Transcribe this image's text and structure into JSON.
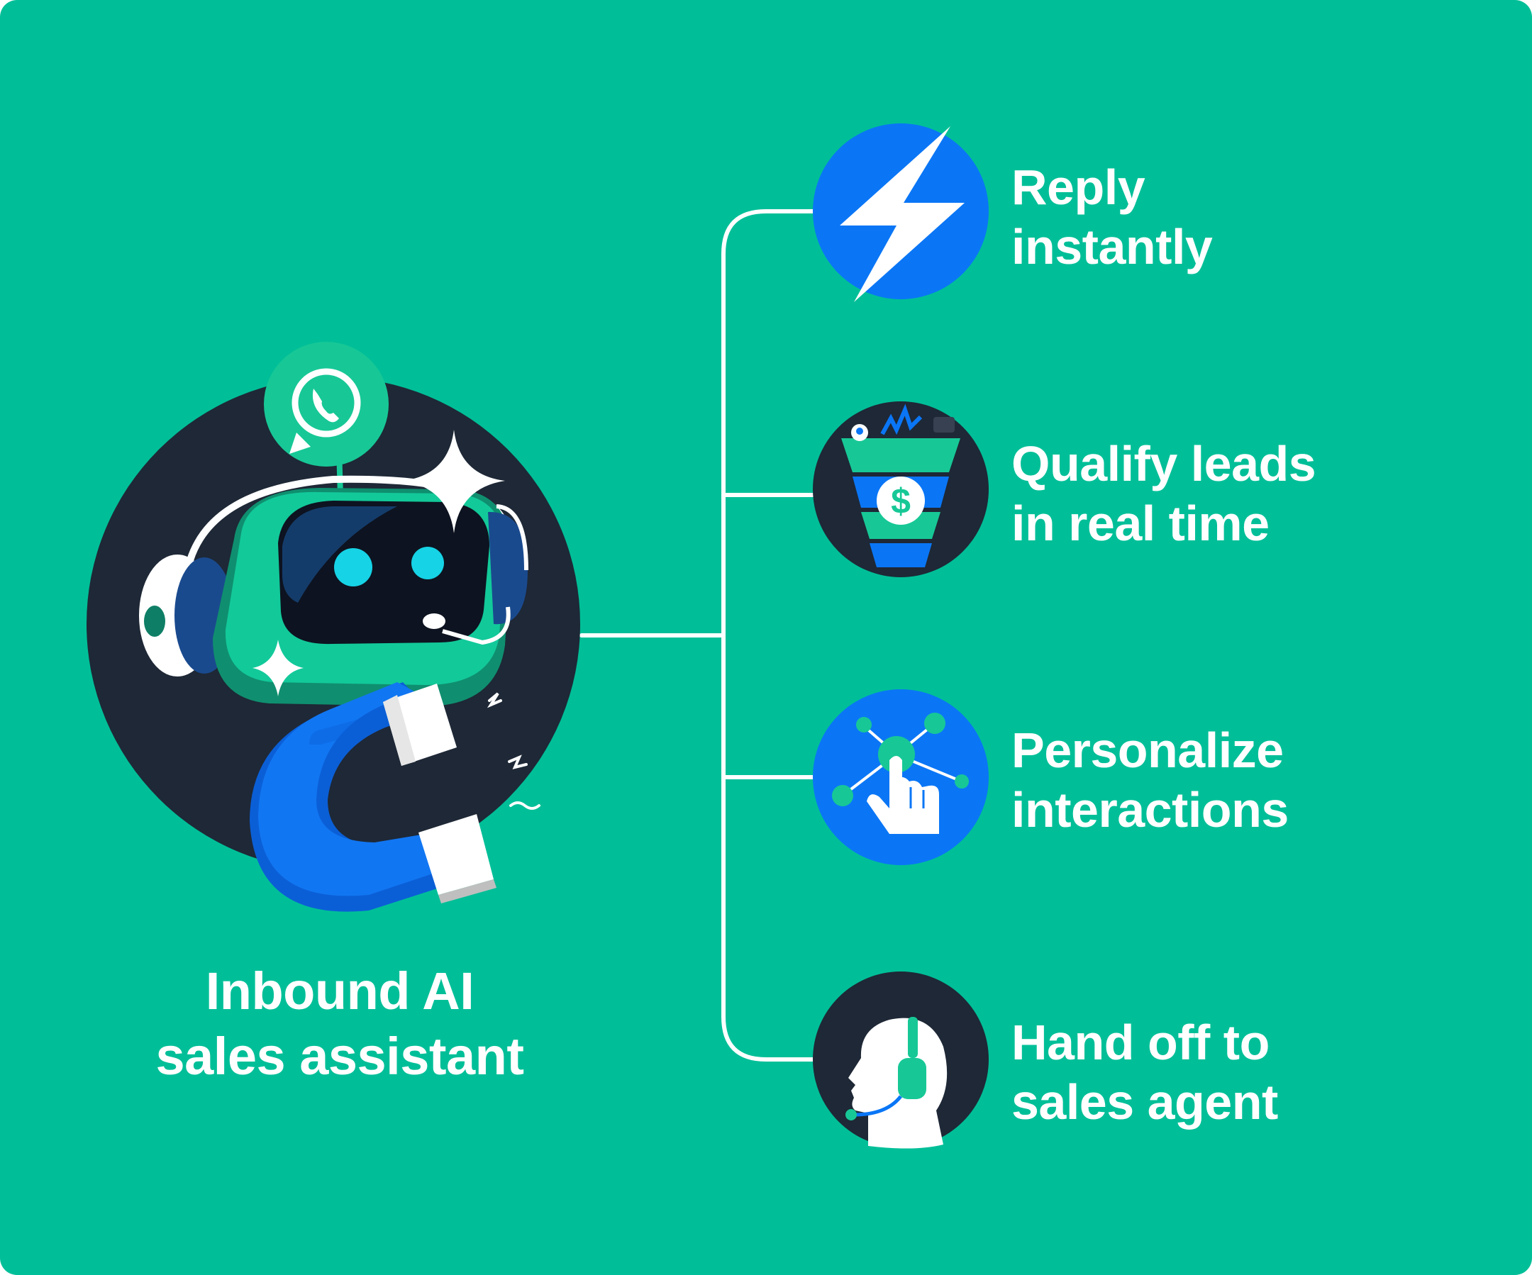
{
  "main": {
    "title_line1": "Inbound AI",
    "title_line2": "sales assistant"
  },
  "features": [
    {
      "id": "reply",
      "line1": "Reply",
      "line2": "instantly",
      "icon": "lightning-icon"
    },
    {
      "id": "qualify",
      "line1": "Qualify leads",
      "line2": "in real time",
      "icon": "funnel-dollar-icon"
    },
    {
      "id": "personalize",
      "line1": "Personalize",
      "line2": "interactions",
      "icon": "tap-network-icon"
    },
    {
      "id": "handoff",
      "line1": "Hand off to",
      "line2": "sales agent",
      "icon": "headset-agent-icon"
    }
  ],
  "colors": {
    "background": "#00bf98",
    "dark_navy": "#1f2937",
    "blue": "#0a76f6",
    "green": "#17c896",
    "white": "#ffffff"
  }
}
